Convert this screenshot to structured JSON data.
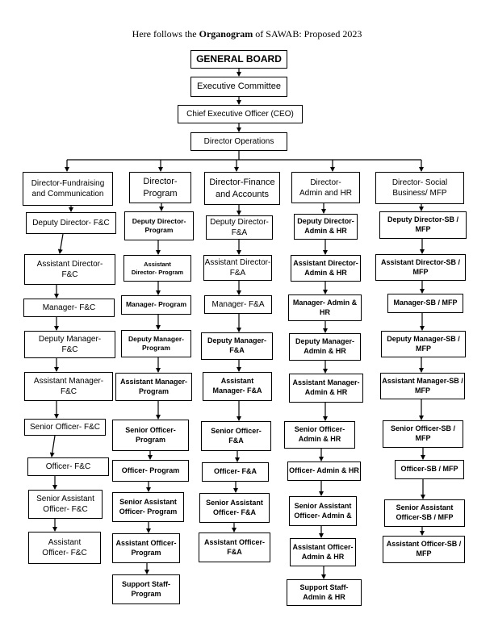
{
  "title": {
    "prefix": "Here follows the ",
    "bold": "Organogram",
    "suffix": " of SAWAB: Proposed 2023"
  },
  "top": {
    "general_board": "GENERAL BOARD",
    "executive_committee": "Executive Committee",
    "ceo": "Chief Executive Officer (CEO)",
    "director_operations": "Director Operations"
  },
  "columns": [
    {
      "items": [
        "Director-Fundraising\nand Communication",
        "Deputy Director- F&C",
        "Assistant Director-\nF&C",
        "Manager- F&C",
        "Deputy Manager-\nF&C",
        "Assistant Manager-\nF&C",
        "Senior Officer- F&C",
        "Officer- F&C",
        "Senior Assistant\nOfficer- F&C",
        "Assistant\nOfficer- F&C"
      ]
    },
    {
      "items": [
        "Director-\nProgram",
        "Deputy Director-\nProgram",
        "Assistant\nDirector- Program",
        "Manager- Program",
        "Deputy Manager-\nProgram",
        "Assistant Manager-\nProgram",
        "Senior Officer-\nProgram",
        "Officer- Program",
        "Senior Assistant\nOfficer- Program",
        "Assistant Officer-\nProgram",
        "Support Staff-\nProgram"
      ]
    },
    {
      "items": [
        "Director-Finance\nand Accounts",
        "Deputy Director-\nF&A",
        "Assistant Director-\nF&A",
        "Manager- F&A",
        "Deputy Manager-\nF&A",
        "Assistant\nManager- F&A",
        "Senior Officer-\nF&A",
        "Officer- F&A",
        "Senior Assistant\nOfficer- F&A",
        "Assistant Officer-\nF&A"
      ]
    },
    {
      "items": [
        "Director-\nAdmin and HR",
        "Deputy Director-\nAdmin & HR",
        "Assistant Director-\nAdmin & HR",
        "Manager- Admin &\nHR",
        "Deputy Manager-\nAdmin & HR",
        "Assistant Manager-\nAdmin & HR",
        "Senior Officer-\nAdmin & HR",
        "Officer- Admin & HR",
        "Senior Assistant\nOfficer- Admin &",
        "Assistant Officer-\nAdmin & HR",
        "Support Staff-\nAdmin & HR"
      ]
    },
    {
      "items": [
        "Director- Social\nBusiness/ MFP",
        "Deputy Director-SB /\nMFP",
        "Assistant Director-SB /\nMFP",
        "Manager-SB / MFP",
        "Deputy Manager-SB /\nMFP",
        "Assistant Manager-SB /\nMFP",
        "Senior Officer-SB /\nMFP",
        "Officer-SB / MFP",
        "Senior Assistant\nOfficer-SB / MFP",
        "Assistant Officer-SB /\nMFP"
      ]
    }
  ]
}
